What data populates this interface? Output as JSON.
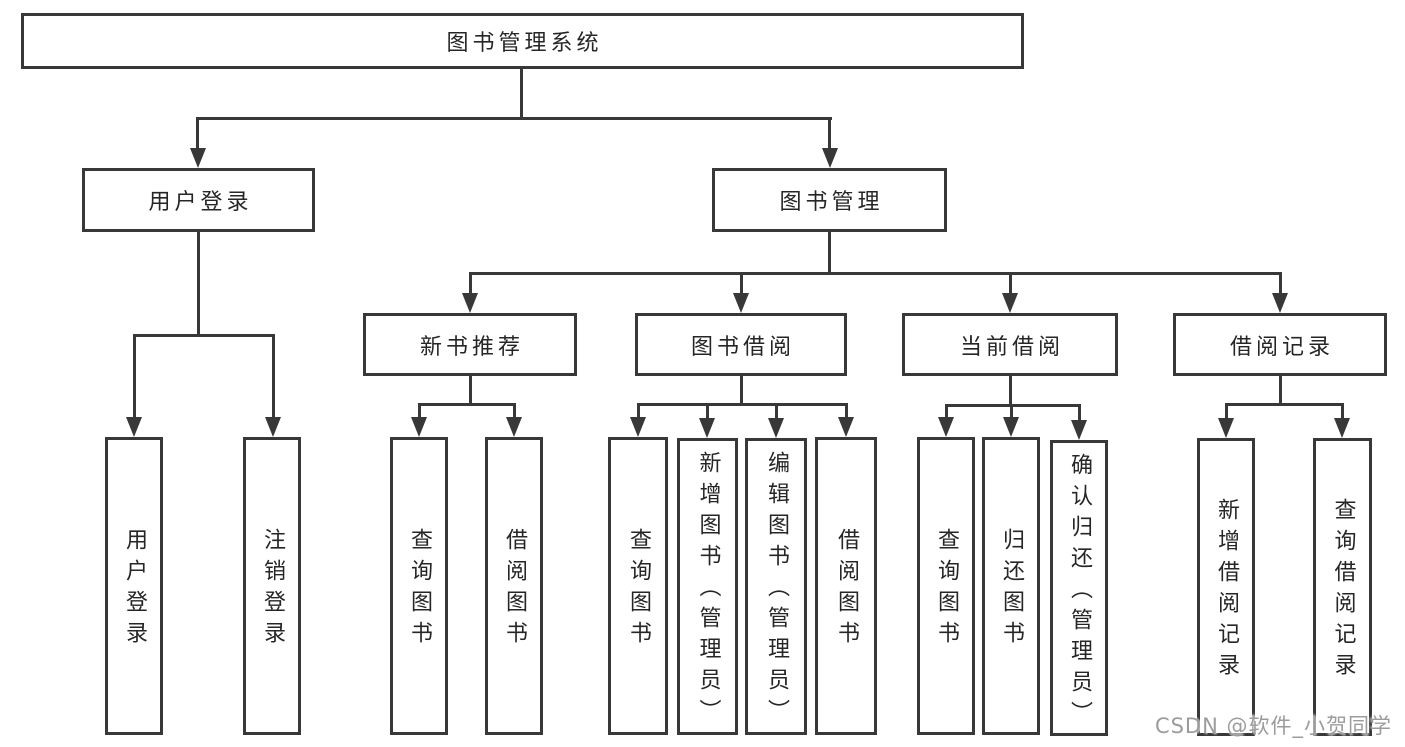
{
  "diagram": {
    "root": {
      "label": "图书管理系统"
    },
    "user_login": {
      "label": "用户登录",
      "children": {
        "login": {
          "label": "用户登录"
        },
        "logout": {
          "label": "注销登录"
        }
      }
    },
    "book_management": {
      "label": "图书管理",
      "children": {
        "new_book_recommend": {
          "label": "新书推荐",
          "children": {
            "query_book": {
              "label": "查询图书"
            },
            "borrow_book": {
              "label": "借阅图书"
            }
          }
        },
        "book_borrow": {
          "label": "图书借阅",
          "children": {
            "query_book": {
              "label": "查询图书"
            },
            "add_book": {
              "label": "新增图书（管理员）"
            },
            "edit_book": {
              "label": "编辑图书（管理员）"
            },
            "borrow_book": {
              "label": "借阅图书"
            }
          }
        },
        "current_borrow": {
          "label": "当前借阅",
          "children": {
            "query_book": {
              "label": "查询图书"
            },
            "return_book": {
              "label": "归还图书"
            },
            "confirm_return": {
              "label": "确认归还（管理员）"
            }
          }
        },
        "borrow_records": {
          "label": "借阅记录",
          "children": {
            "add_record": {
              "label": "新增借阅记录"
            },
            "query_record": {
              "label": "查询借阅记录"
            }
          }
        }
      }
    },
    "watermark": {
      "text": "CSDN @软件_小贺同学"
    },
    "colors": {
      "line": "#383838",
      "text": "#262626",
      "watermark": "#9c9c9c",
      "box_fill": "#ffffff",
      "background": "#ffffff"
    }
  }
}
